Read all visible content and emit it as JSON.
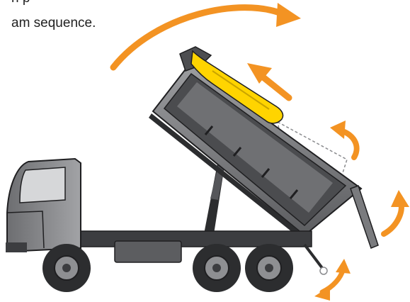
{
  "caption": {
    "line1": "n p",
    "line2": "am sequence."
  },
  "colors": {
    "arrow": "#F39323",
    "liner": "#FFD400",
    "liner_dark": "#C9A400",
    "body_dark": "#3c3d40",
    "body_mid": "#7a7b7e",
    "body_light": "#b9babc",
    "outline": "#1f1f21",
    "cab": "#8e8f92",
    "window": "#d6d7d9"
  },
  "icons": {
    "motion_arrows": "curved-orange-arrows",
    "liner_arrow": "straight-orange-arrow"
  }
}
